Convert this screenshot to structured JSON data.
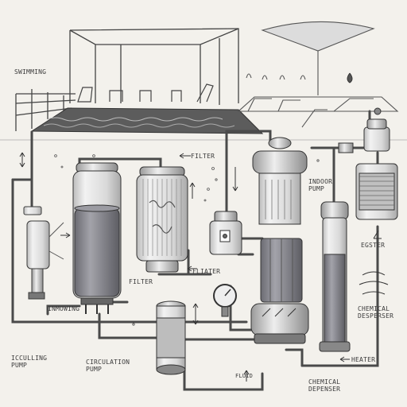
{
  "labels": {
    "swimming": "SWIMMING",
    "filter_top": "FILTER",
    "filter_mid": "FILTER",
    "indoor_pump": "INDOOR\nPUMP",
    "fliater": "FLIATER",
    "egster": "EGSTER",
    "chemical_dispenser_right": "CHEMICAL\nDESPERSER",
    "inmowing": "INMOWING",
    "icculling_pump": "ICCULLING\nPUMP",
    "circulation_pump": "CIRCULATION\nPUMP",
    "fluid": "FLUID",
    "heater": "HEATER",
    "chemical_depenser_bottom": "CHEMICAL\nDEPENSER"
  },
  "colors": {
    "paper": "#f3f1ec",
    "ink": "#3a3a3a",
    "water": "#7f8087",
    "shade": "#c9c9c9"
  }
}
